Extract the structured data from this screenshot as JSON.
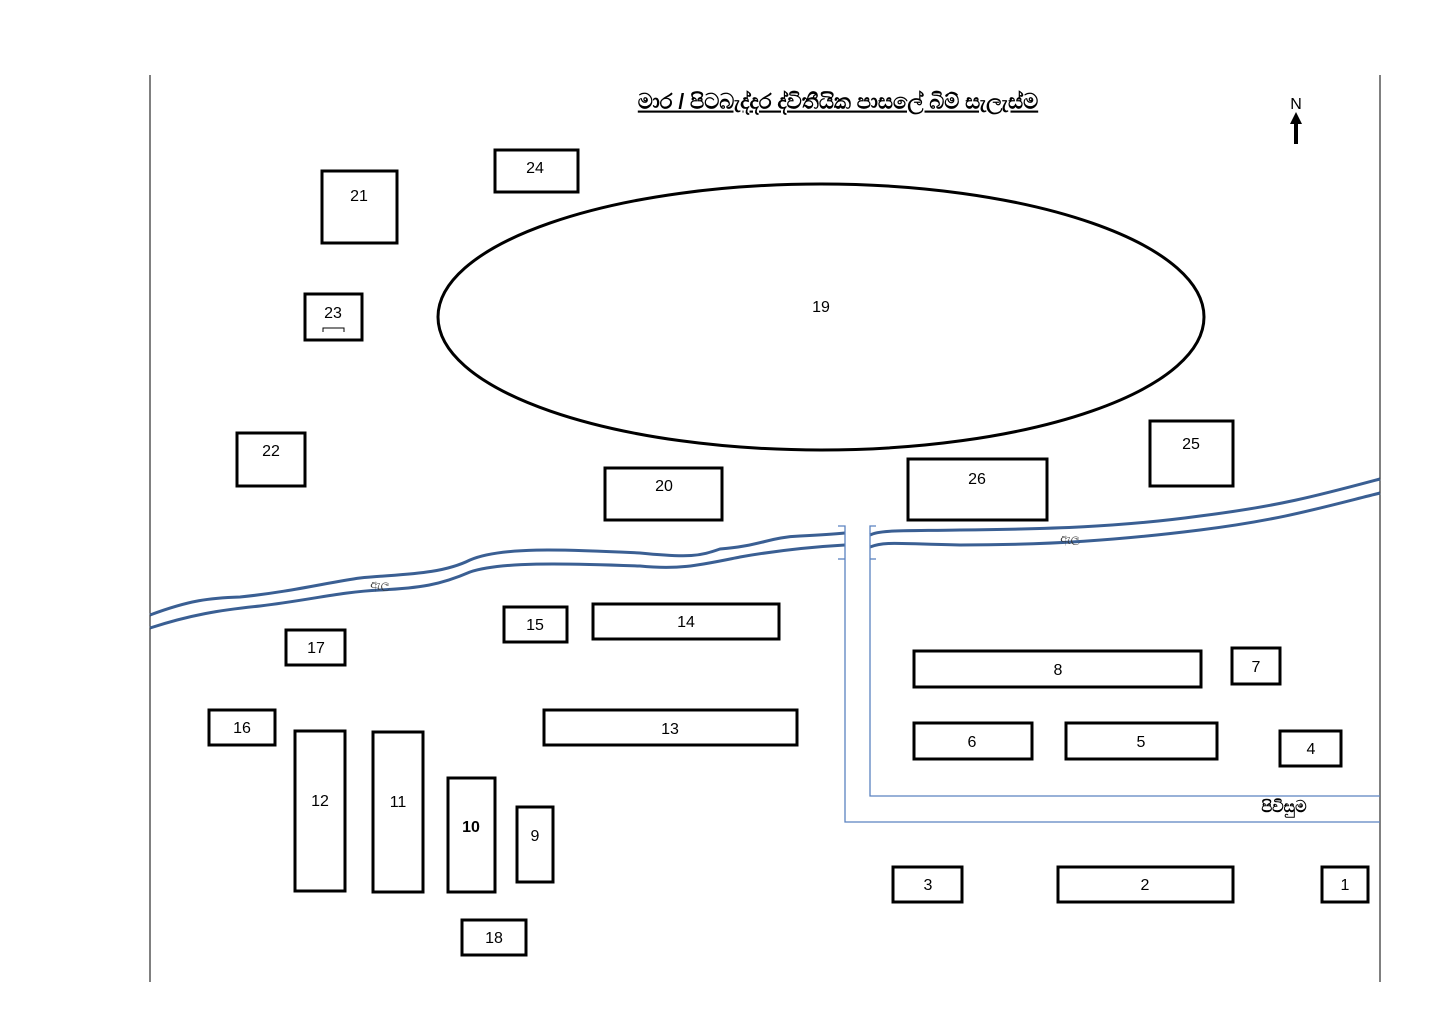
{
  "title": "මාර / පිටබැද්දර ද්විතීයික පාසලේ බිම් සැලැස්ම",
  "north_label": "N",
  "entrance_label": "පිවිසුම",
  "stream_label": "ඇල",
  "playground_label": "19",
  "buildings": [
    "1",
    "2",
    "3",
    "4",
    "5",
    "6",
    "7",
    "8",
    "9",
    "10",
    "11",
    "12",
    "13",
    "14",
    "15",
    "16",
    "17",
    "18",
    "20",
    "21",
    "22",
    "23",
    "24",
    "25",
    "26"
  ],
  "colors": {
    "stream": "#3a5f93",
    "road": "#5b82c0"
  }
}
